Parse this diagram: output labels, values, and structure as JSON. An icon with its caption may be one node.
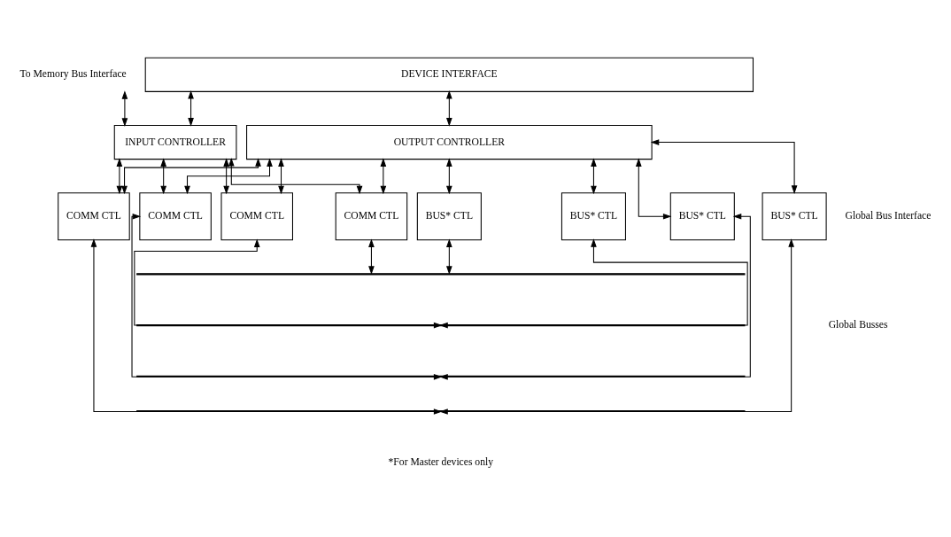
{
  "diagram": {
    "nodes": [
      {
        "text": [
          "DEVICE INTERFACE"
        ]
      },
      {
        "text": [
          "To Memory Bus Interface"
        ]
      },
      {
        "text": [
          "OUTPUT CONTROLLER"
        ]
      },
      {
        "text": [
          "INPUT CONTROLLER"
        ]
      },
      {
        "text": [
          "BUS* CTL"
        ]
      },
      {
        "text": [
          "BUS* CTL"
        ]
      },
      {
        "text": [
          "BUS* CTL"
        ]
      },
      {
        "text": [
          "BUS* CTL"
        ]
      },
      {
        "text": [
          "COMM CTL"
        ]
      },
      {
        "text": [
          "COMM CTL"
        ]
      },
      {
        "text": [
          "COMM CTL"
        ]
      },
      {
        "text": [
          "COMM CTL"
        ]
      },
      {
        "text": [],
        "shape": "line"
      },
      {
        "text": [],
        "shape": "line"
      },
      {
        "text": [],
        "shape": "line"
      },
      {
        "text": [],
        "shape": "line"
      }
    ],
    "edges": [
      {
        "from": 0,
        "to": 2,
        "arrow": "both"
      },
      {
        "from": 0,
        "to": 3,
        "arrow": "both"
      },
      {
        "from": 3,
        "to": 1,
        "arrow": "both"
      },
      {
        "from": 2,
        "to": 4,
        "arrow": "both"
      },
      {
        "from": 2,
        "to": 5,
        "arrow": "both"
      },
      {
        "from": 2,
        "to": 6,
        "arrow": "both"
      },
      {
        "from": 2,
        "to": 7,
        "arrow": "both"
      },
      {
        "from": 2,
        "to": 8,
        "arrow": "both"
      },
      {
        "from": 2,
        "to": 9,
        "arrow": "both"
      },
      {
        "from": 2,
        "to": 10,
        "arrow": "both"
      },
      {
        "from": 2,
        "to": 11,
        "arrow": "both"
      },
      {
        "from": 3,
        "to": 8,
        "arrow": "both"
      },
      {
        "from": 3,
        "to": 9,
        "arrow": "both"
      },
      {
        "from": 3,
        "to": 10,
        "arrow": "both"
      },
      {
        "from": 3,
        "to": 11,
        "arrow": "both"
      },
      {
        "from": 4,
        "to": 12,
        "arrow": "both"
      },
      {
        "from": 5,
        "to": 13,
        "arrow": "both"
      },
      {
        "from": 6,
        "to": 14,
        "arrow": "both"
      },
      {
        "from": 7,
        "to": 15,
        "arrow": "both"
      },
      {
        "from": 8,
        "to": 12,
        "arrow": "both"
      },
      {
        "from": 9,
        "to": 13,
        "arrow": "both"
      },
      {
        "from": 10,
        "to": 14,
        "arrow": "both"
      },
      {
        "from": 11,
        "to": 15,
        "arrow": "both"
      }
    ],
    "labels": [
      "Global Bus Interface",
      "Global Busses",
      "*For Master devices only"
    ]
  }
}
